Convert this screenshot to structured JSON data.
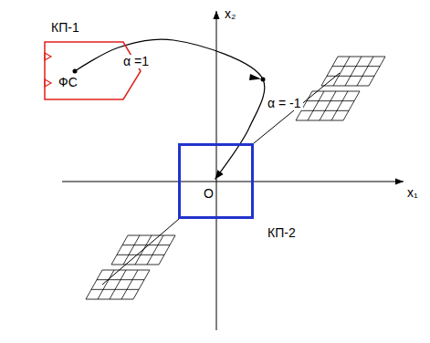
{
  "diagram": {
    "nodes": [
      {
        "text": [
          "КП-1",
          "ФС"
        ]
      },
      {
        "text": [
          "O",
          "КП-2"
        ]
      }
    ],
    "edges": [
      {
        "from": 0,
        "to": 1,
        "arrow": "to",
        "label": "α =1"
      }
    ],
    "labels": [
      "α = -1",
      "x₂",
      "x₁"
    ]
  }
}
